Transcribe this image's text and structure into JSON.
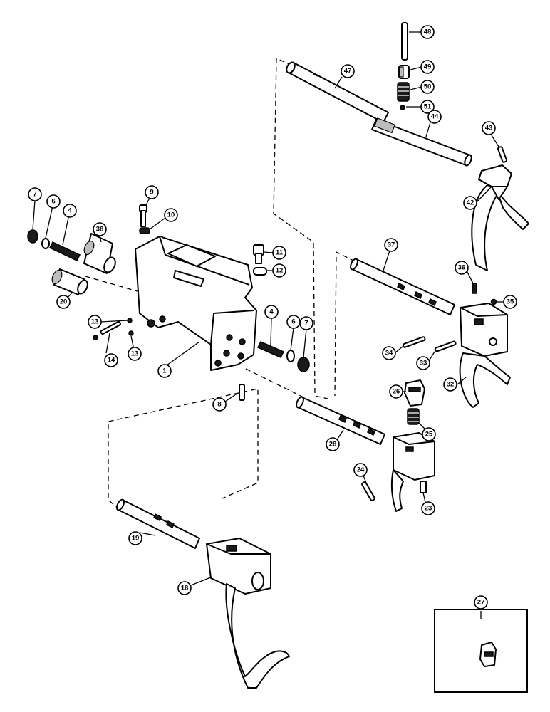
{
  "callouts": {
    "c1": "1",
    "c4a": "4",
    "c4b": "4",
    "c6a": "6",
    "c6b": "6",
    "c7a": "7",
    "c7b": "7",
    "c8": "8",
    "c9": "9",
    "c10": "10",
    "c11": "11",
    "c12": "12",
    "c13a": "13",
    "c13b": "13",
    "c14": "14",
    "c18": "18",
    "c19": "19",
    "c20": "20",
    "c23": "23",
    "c24": "24",
    "c25": "25",
    "c26": "26",
    "c27": "27",
    "c28": "28",
    "c32": "32",
    "c33": "33",
    "c34": "34",
    "c35": "35",
    "c36": "36",
    "c37": "37",
    "c38": "38",
    "c42": "42",
    "c43": "43",
    "c44": "44",
    "c47": "47",
    "c48": "48",
    "c49": "49",
    "c50": "50",
    "c51": "51"
  },
  "colors": {
    "ink": "#000000",
    "paper": "#ffffff",
    "shade": "#bdbdbd"
  }
}
